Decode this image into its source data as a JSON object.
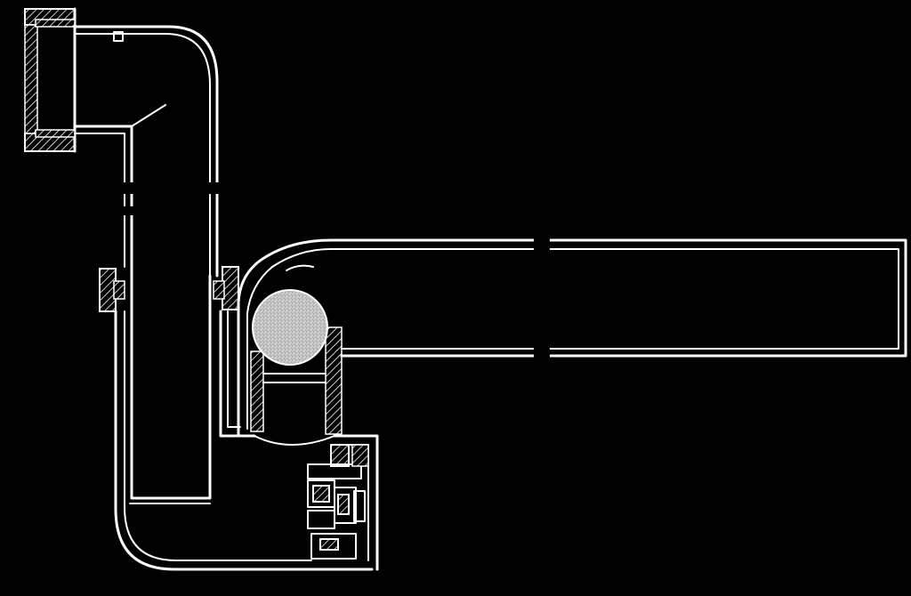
{
  "colors": {
    "background": "#000000",
    "line": "#ffffff",
    "ball": "#cfcfcf"
  },
  "parts": {
    "inlet_nut": "nut",
    "downpipe": "pipe",
    "slip_nut": "nut",
    "trap_bowl": "bowl",
    "float_ball": "ball",
    "ball_cage": "cage",
    "outlet_pipe": "pipe",
    "valve_assembly": "valve"
  }
}
